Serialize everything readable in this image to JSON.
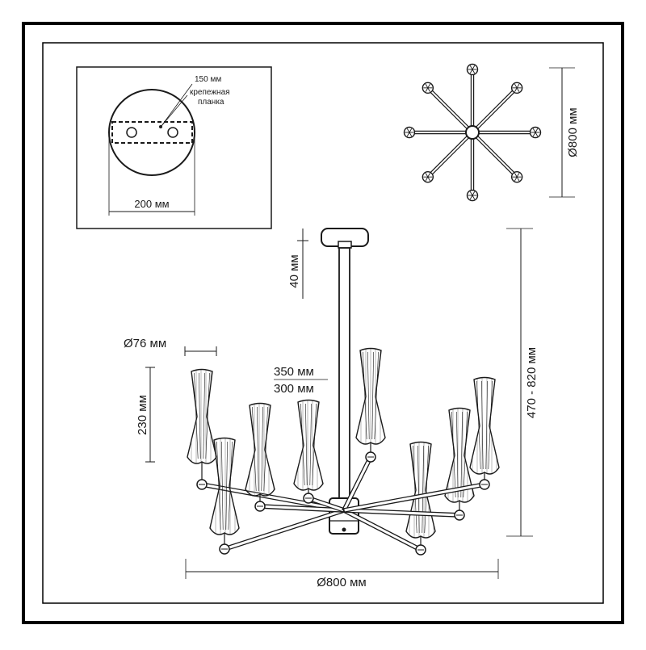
{
  "inset": {
    "slot_label": "150 мм",
    "bracket_label": "крепежная планка",
    "bracket_line1": "крепежная",
    "bracket_line2": "планка",
    "width_label": "200 мм"
  },
  "top_view": {
    "diameter_label": "Ø800 мм"
  },
  "side_view": {
    "canopy_height_label": "40 мм",
    "shade_diameter_label": "Ø76 мм",
    "shade_height_label": "230 мм",
    "rod_label_a": "350 мм",
    "rod_label_b": "300 мм",
    "total_height_label": "470 - 820 мм",
    "width_label": "Ø800 мм"
  },
  "colors": {
    "line": "#1a1a1a",
    "frame": "#000000"
  }
}
